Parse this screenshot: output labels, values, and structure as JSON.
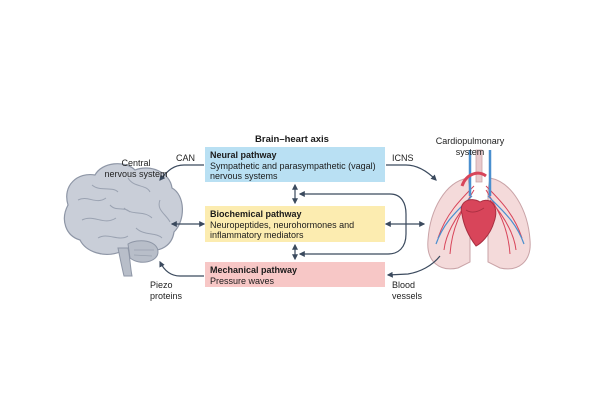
{
  "diagram": {
    "title": "Brain–heart axis",
    "brain_label": "Central\nnervous system",
    "heart_label": "Cardiopulmonary\nsystem",
    "can_label": "CAN",
    "icns_label": "ICNS",
    "piezo_label": "Piezo\nproteins",
    "vessels_label": "Blood\nvessels",
    "pathways": [
      {
        "title": "Neural pathway",
        "desc": "Sympathetic and parasympathetic (vagal) nervous systems",
        "color": "#b9e0f3"
      },
      {
        "title": "Biochemical pathway",
        "desc": "Neuropeptides, neurohormones and inflammatory mediators",
        "color": "#fcecb0"
      },
      {
        "title": "Mechanical pathway",
        "desc": "Pressure waves",
        "color": "#f7c7c6"
      }
    ]
  },
  "colors": {
    "arrow": "#3b4a5e",
    "brain": "#c9ced8",
    "brain_stroke": "#8e96a6",
    "lung": "#f4dada",
    "artery": "#d8455a",
    "vein": "#4a8fcf"
  }
}
